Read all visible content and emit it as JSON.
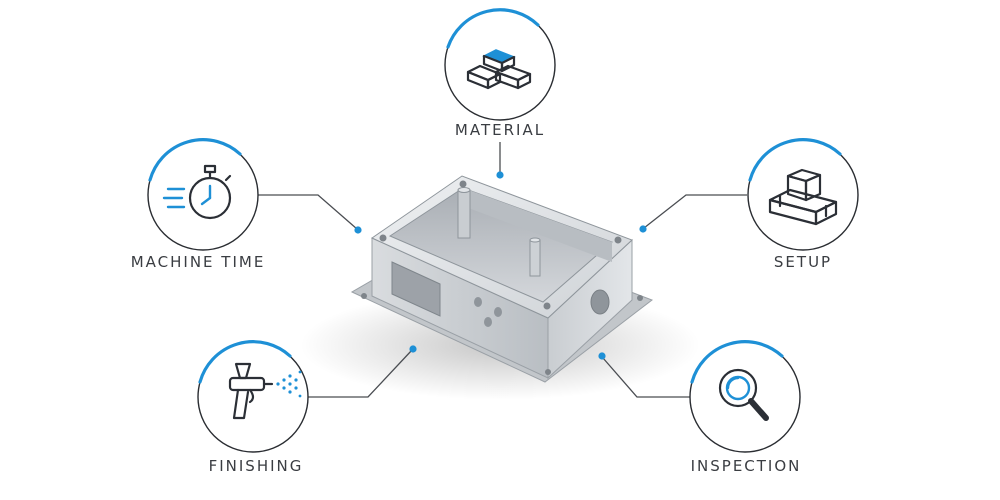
{
  "accent_color": "#1e90d6",
  "nodes": [
    {
      "id": "material",
      "label": "MATERIAL",
      "icon": "metal-bars-icon"
    },
    {
      "id": "machine-time",
      "label": "MACHINE TIME",
      "icon": "stopwatch-icon"
    },
    {
      "id": "setup",
      "label": "SETUP",
      "icon": "fixture-block-icon"
    },
    {
      "id": "finishing",
      "label": "FINISHING",
      "icon": "spray-gun-icon"
    },
    {
      "id": "inspection",
      "label": "INSPECTION",
      "icon": "magnifier-icon"
    }
  ],
  "center_part": {
    "icon": "machined-aluminum-enclosure-icon"
  }
}
